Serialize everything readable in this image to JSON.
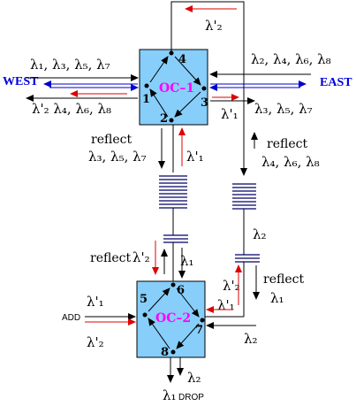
{
  "labels": {
    "west": "WEST",
    "east": "EAST",
    "oc1": "OC–1",
    "oc2": "OC–2",
    "add": "ADD",
    "drop": "DROP",
    "reflect": "reflect"
  },
  "lambda": {
    "top_prime2": "λ'₂",
    "west_in": "λ₁, λ₃, λ₅, λ₇",
    "west_out": "λ'₂  λ₄, λ₆, λ₈",
    "east_in": "λ₂, λ₄, λ₆, λ₈",
    "east_out": "λ₃, λ₅, λ₇",
    "prime1_east": "λ'₁",
    "reflect_odd": "λ₃, λ₅, λ₇",
    "reflect_even": "λ₄, λ₆, λ₈",
    "prime1_mid": "λ'₁",
    "prime2_reflect": "λ'₂",
    "lam1_mid": "λ₁",
    "lam2_right": "λ₂",
    "lam1_reflect_right": "λ₁",
    "prime2_right": "λ'₂",
    "prime1_right": "λ'₁",
    "prime1_add": "λ'₁",
    "prime2_add": "λ'₂",
    "lam2_port7": "λ₂",
    "lam2_drop": "λ₂",
    "lam1_drop": "λ₁"
  },
  "ports": [
    "1",
    "2",
    "3",
    "4",
    "5",
    "6",
    "7",
    "8"
  ],
  "colors": {
    "box": "#87CEFA",
    "red": "#dd0000",
    "blue": "#0000cc",
    "oc": "#ff00ff"
  }
}
